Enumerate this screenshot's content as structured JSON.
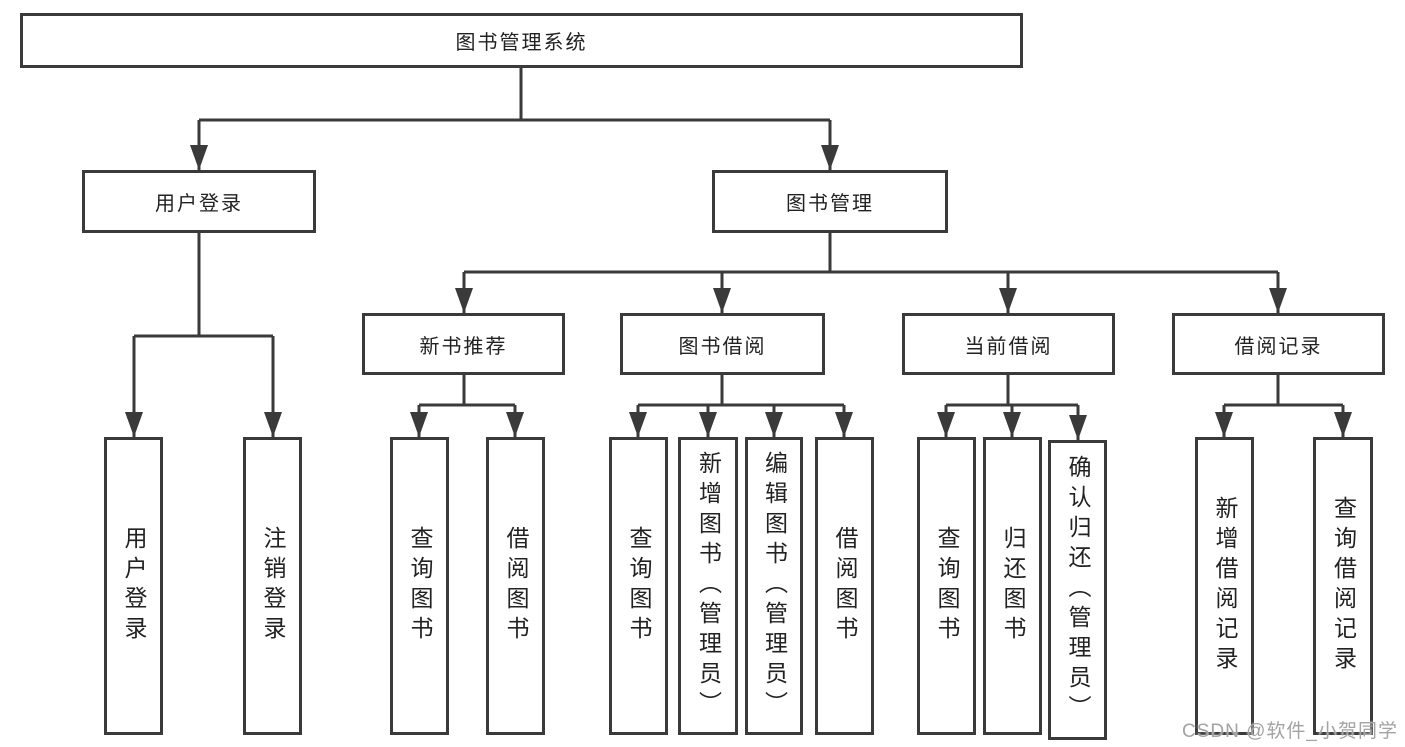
{
  "diagram": {
    "type": "tree-diagram",
    "nodes": {
      "root": "图书管理系统",
      "user_login": "用户登录",
      "book_management": "图书管理",
      "new_book_recommend": "新书推荐",
      "book_borrowing": "图书借阅",
      "current_borrowing": "当前借阅",
      "borrowing_records": "借阅记录",
      "leaf_user_login": "用户登录",
      "leaf_logout": "注销登录",
      "leaf_recommend_query_books": "查询图书",
      "leaf_recommend_borrow_books": "借阅图书",
      "leaf_borrowing_query_books": "查询图书",
      "leaf_borrowing_add_books": "新增图书（管理员）",
      "leaf_borrowing_edit_books": "编辑图书（管理员）",
      "leaf_borrowing_borrow_books": "借阅图书",
      "leaf_current_query_books": "查询图书",
      "leaf_current_return_books": "归还图书",
      "leaf_current_confirm_return": "确认归还（管理员）",
      "leaf_records_add_record": "新增借阅记录",
      "leaf_records_query_record": "查询借阅记录"
    },
    "hierarchy": {
      "图书管理系统": [
        "用户登录",
        "图书管理"
      ],
      "用户登录": [
        "用户登录",
        "注销登录"
      ],
      "图书管理": [
        "新书推荐",
        "图书借阅",
        "当前借阅",
        "借阅记录"
      ],
      "新书推荐": [
        "查询图书",
        "借阅图书"
      ],
      "图书借阅": [
        "查询图书",
        "新增图书（管理员）",
        "编辑图书（管理员）",
        "借阅图书"
      ],
      "当前借阅": [
        "查询图书",
        "归还图书",
        "确认归还（管理员）"
      ],
      "借阅记录": [
        "新增借阅记录",
        "查询借阅记录"
      ]
    },
    "watermark": "CSDN @软件_小贺同学",
    "colors": {
      "line": "#3a3a3a",
      "box_border": "#3a3a3a",
      "text": "#222222",
      "watermark": "#a3a3a3",
      "background": "#ffffff"
    }
  }
}
